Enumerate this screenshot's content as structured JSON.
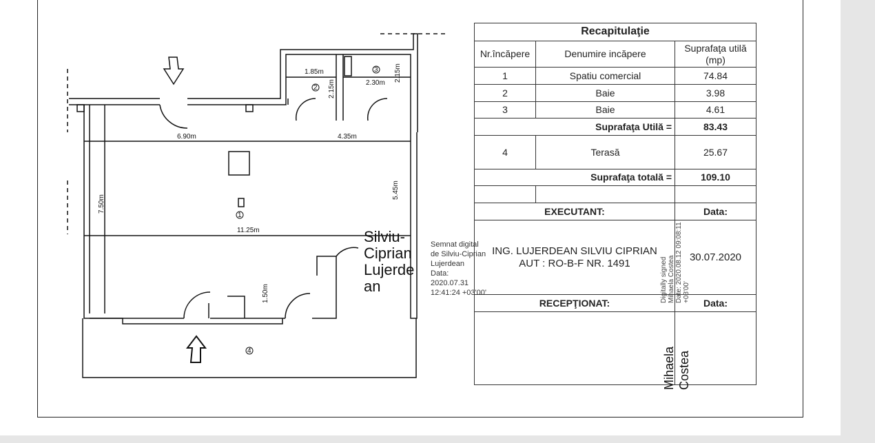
{
  "plan": {
    "dims": [
      "1.85m",
      "2.15m",
      "2.30m",
      "2.15m",
      "6.90m",
      "4.35m",
      "7.50m",
      "5.45m",
      "11.25m",
      "1.50m"
    ],
    "rooms": [
      "1",
      "2",
      "3",
      "4"
    ]
  },
  "table": {
    "title": "Recapitulaţie",
    "headers": [
      "Nr.încăpere",
      "Denumire incăpere",
      "Suprafaţa utilă (mp)"
    ],
    "rows": [
      [
        "1",
        "Spatiu comercial",
        "74.84"
      ],
      [
        "2",
        "Baie",
        "3.98"
      ],
      [
        "3",
        "Baie",
        "4.61"
      ]
    ],
    "util_label": "Suprafaţa Utilă =",
    "util_value": "83.43",
    "terrace": [
      "4",
      "Terasă",
      "25.67"
    ],
    "total_label": "Suprafaţa totală =",
    "total_value": "109.10",
    "executant_label": "EXECUTANT:",
    "data_label": "Data:",
    "executant_name": "ING. LUJERDEAN SILVIU CIPRIAN",
    "executant_aut": "AUT : RO-B-F NR. 1491",
    "executant_date": "30.07.2020",
    "receptionat_label": "RECEPŢIONAT:",
    "data_label2": "Data:"
  },
  "signatures": {
    "sig1": "Silviu-Ciprian Lujerdean",
    "sig1_text": [
      "Semnat digital",
      "de Silviu-Ciprian",
      "Lujerdean",
      "Data:",
      "2020.07.31",
      "12:41:24 +03'00'"
    ],
    "sig2_text": [
      "Digitally signed",
      "Mihaela Costea",
      "Date: 2020.08.12 09:08:11",
      "+03'00'"
    ],
    "sig2": "Mihaela Costea"
  }
}
